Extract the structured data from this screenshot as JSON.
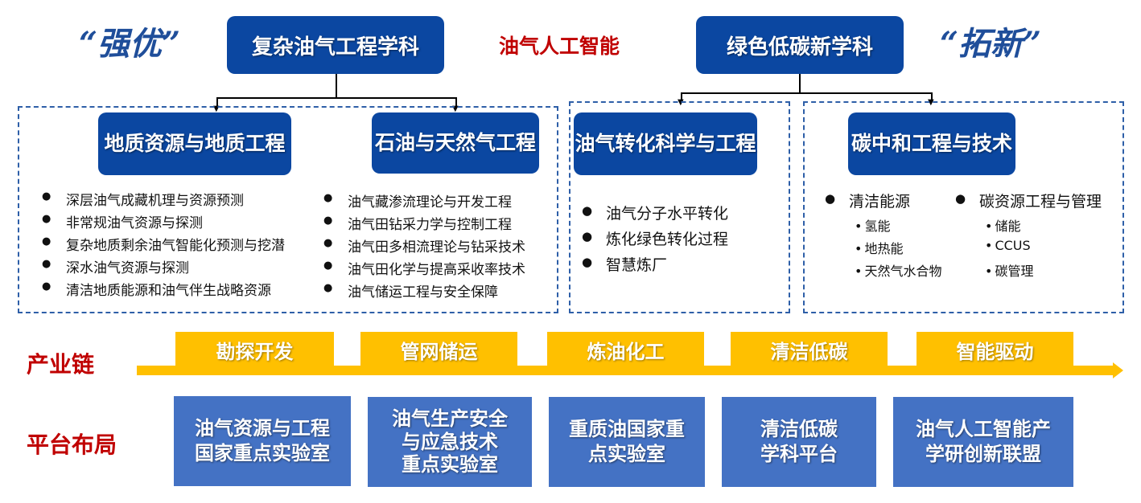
{
  "slogans": {
    "left": "“强优”",
    "right": "“拓新”"
  },
  "center_label": "油气人工智能",
  "top_boxes": [
    "复杂油气工程学科",
    "绿色低碳新学科"
  ],
  "sub_boxes": [
    "地质资源与地质工程",
    "石油与天然气工程",
    "油气转化科学与工程",
    "碳中和工程与技术"
  ],
  "geology_list": [
    "深层油气成藏机理与资源预测",
    "非常规油气资源与探测",
    "复杂地质剩余油气智能化预测与挖潜",
    "深水油气资源与探测",
    "清洁地质能源和油气伴生战略资源"
  ],
  "petroleum_list": [
    "油气藏渗流理论与开发工程",
    "油气田钻采力学与控制工程",
    "油气田多相流理论与钻采技术",
    "油气田化学与提高采收率技术",
    "油气储运工程与安全保障"
  ],
  "conversion_list": [
    "油气分子水平转化",
    "炼化绿色转化过程",
    "智慧炼厂"
  ],
  "carbon": {
    "clean_energy": {
      "title": "清洁能源",
      "items": [
        "氢能",
        "地热能",
        "天然气水合物"
      ]
    },
    "carbon_resource": {
      "title": "碳资源工程与管理",
      "items": [
        "储能",
        "CCUS",
        "碳管理"
      ]
    }
  },
  "industry_chain": {
    "label": "产业链",
    "stages": [
      "勘探开发",
      "管网储运",
      "炼油化工",
      "清洁低碳",
      "智能驱动"
    ]
  },
  "platform": {
    "label": "平台布局",
    "items": [
      "油气资源与工程\n国家重点实验室",
      "油气生产安全\n与应急技术\n重点实验室",
      "重质油国家重\n点实验室",
      "清洁低碳\n学科平台",
      "油气人工智能产\n学研创新联盟"
    ]
  },
  "colors": {
    "dark_blue": "#0B47A1",
    "platform_blue": "#4472C4",
    "yellow": "#FFC000",
    "red": "#C00000"
  }
}
